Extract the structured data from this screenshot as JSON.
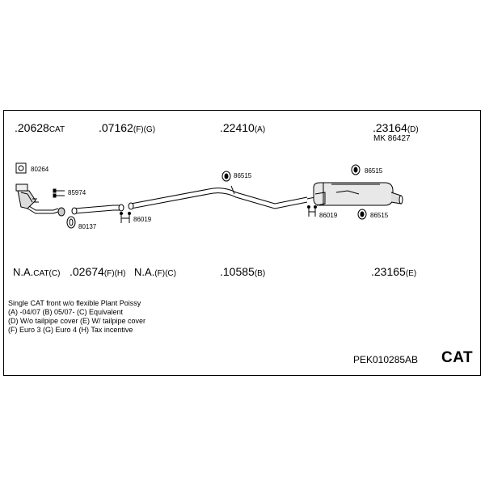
{
  "parts_top": [
    {
      "number": ".20628",
      "suffix": "CAT"
    },
    {
      "number": ".07162",
      "suffix": "(F)(G)"
    },
    {
      "number": ".22410",
      "suffix": "(A)"
    },
    {
      "number": ".23164",
      "suffix": "(D)"
    }
  ],
  "kit_label": "MK 86427",
  "small_parts": {
    "p80264": "80264",
    "p85974": "85974",
    "p80137": "80137",
    "p86019a": "86019",
    "p86515a": "86515",
    "p86515b": "86515",
    "p86019b": "86019",
    "p86515c": "86515"
  },
  "parts_bottom": [
    {
      "number": "N.A.",
      "suffix": "CAT(C)"
    },
    {
      "number": ".02674",
      "suffix": "(F)(H)"
    },
    {
      "number": "N.A.",
      "suffix": "(F)(C)"
    },
    {
      "number": ".10585",
      "suffix": "(B)"
    },
    {
      "number": ".23165",
      "suffix": "(E)"
    }
  ],
  "notes": [
    "Single CAT front w/o flexible   Plant Poissy",
    "(A) -04/07 (B) 05/07- (C) Equivalent",
    "(D) W/o tailpipe cover (E) W/ tailpipe cover",
    "(F) Euro 3 (G) Euro 4 (H) Tax incentive"
  ],
  "system_code": "PEK010285AB",
  "system_type": "CAT"
}
